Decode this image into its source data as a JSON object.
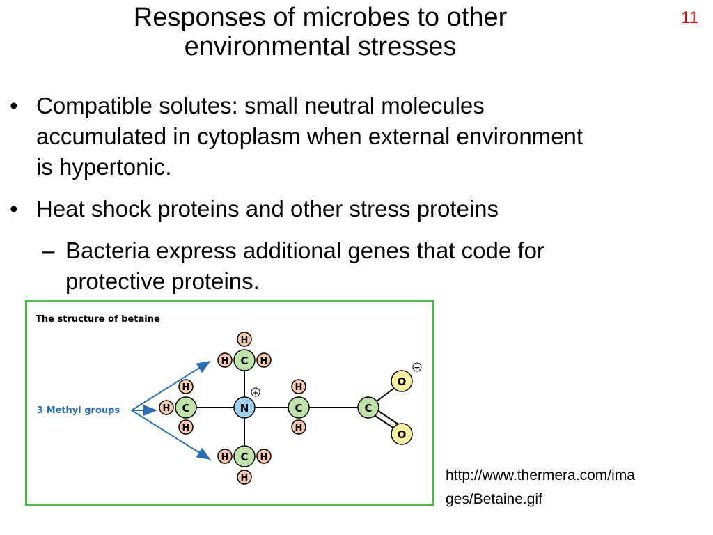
{
  "slide": {
    "title_line1": "Responses of microbes to other",
    "title_line2": "environmental stresses",
    "number": "11"
  },
  "bullets": [
    {
      "marker": "•",
      "lines": [
        "Compatible solutes: small neutral molecules",
        "accumulated in cytoplasm when external environment",
        "is hypertonic."
      ]
    },
    {
      "marker": "•",
      "lines": [
        "Heat shock proteins and other stress proteins"
      ]
    }
  ],
  "sub_bullets": [
    {
      "marker": "–",
      "lines": [
        "Bacteria express additional genes that code for",
        "protective proteins."
      ]
    }
  ],
  "figure": {
    "title": "The structure of betaine",
    "methyl_label": "3 Methyl groups",
    "atoms": {
      "carbon": "C",
      "hydrogen": "H",
      "nitrogen": "N",
      "oxygen": "O",
      "plus": "+",
      "minus": "−"
    },
    "colors": {
      "border": "#4cba46",
      "carbon": "#bfe3a8",
      "hydrogen": "#f7c9ae",
      "nitrogen": "#9fd0ee",
      "oxygen": "#fbf0a0",
      "arrow": "#2a6fb5",
      "label": "#2a6fb5"
    }
  },
  "citation": {
    "line1": "http://www.thermera.com/ima",
    "line2": "ges/Betaine.gif"
  }
}
